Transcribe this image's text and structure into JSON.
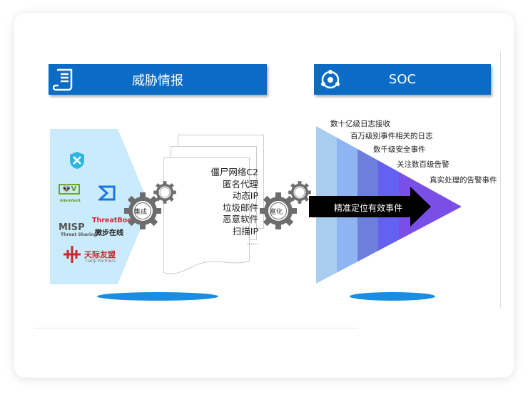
{
  "left_header": {
    "title": "威胁情报",
    "icon": "document-scroll-icon"
  },
  "right_header": {
    "title": "SOC",
    "icon": "network-hub-icon"
  },
  "sources": {
    "logos": [
      "AlienVault",
      "MISP",
      "Threat Sharing",
      "ThreatBook",
      "微步在线",
      "天际友盟",
      "TianJi Partners"
    ]
  },
  "gears": {
    "integrate": "集成",
    "enrich": "富化"
  },
  "intel_types": [
    "僵尸网络C2",
    "匿名代理",
    "动态IP",
    "垃圾邮件",
    "恶意软件",
    "扫描IP",
    "……"
  ],
  "funnel": {
    "levels": [
      "数十亿级日志接收",
      "百万级别事件相关的日志",
      "数千级安全事件",
      "关注数百级告警",
      "真实处理的告警事件"
    ],
    "colors": [
      "#a9cdef",
      "#8eb4f2",
      "#6c7fdc",
      "#6460f0",
      "#7a4fe8"
    ],
    "arrow_label": "精准定位有效事件"
  }
}
